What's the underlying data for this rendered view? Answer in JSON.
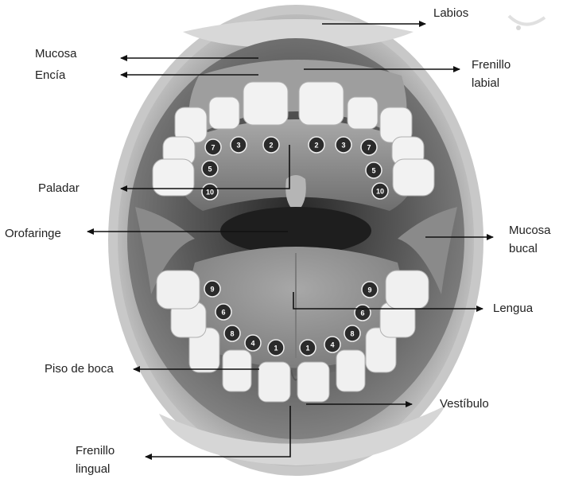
{
  "labels": {
    "labios": "Labios",
    "mucosa": "Mucosa",
    "encia": "Encía",
    "frenillo_labial_1": "Frenillo",
    "frenillo_labial_2": "labial",
    "paladar": "Paladar",
    "orofaringe": "Orofaringe",
    "mucosa_bucal_1": "Mucosa",
    "mucosa_bucal_2": "bucal",
    "lengua": "Lengua",
    "piso_de_boca": "Piso de boca",
    "vestibulo": "Vestíbulo",
    "frenillo_lingual_1": "Frenillo",
    "frenillo_lingual_2": "lingual"
  },
  "tooth_numbers": {
    "upper_left": [
      "7",
      "3",
      "2",
      "5",
      "10"
    ],
    "upper_right": [
      "2",
      "3",
      "7",
      "5",
      "10"
    ],
    "lower_left": [
      "9",
      "6",
      "8",
      "4",
      "1"
    ],
    "lower_right": [
      "1",
      "4",
      "8",
      "6",
      "9"
    ]
  },
  "colors": {
    "lip": "#b9b9b9",
    "mouth_interior": "#4a4a4a",
    "tongue": "#9a9a9a",
    "tooth": "#f2f2f2",
    "badge": "#2b2b2b",
    "arrow": "#111111"
  }
}
